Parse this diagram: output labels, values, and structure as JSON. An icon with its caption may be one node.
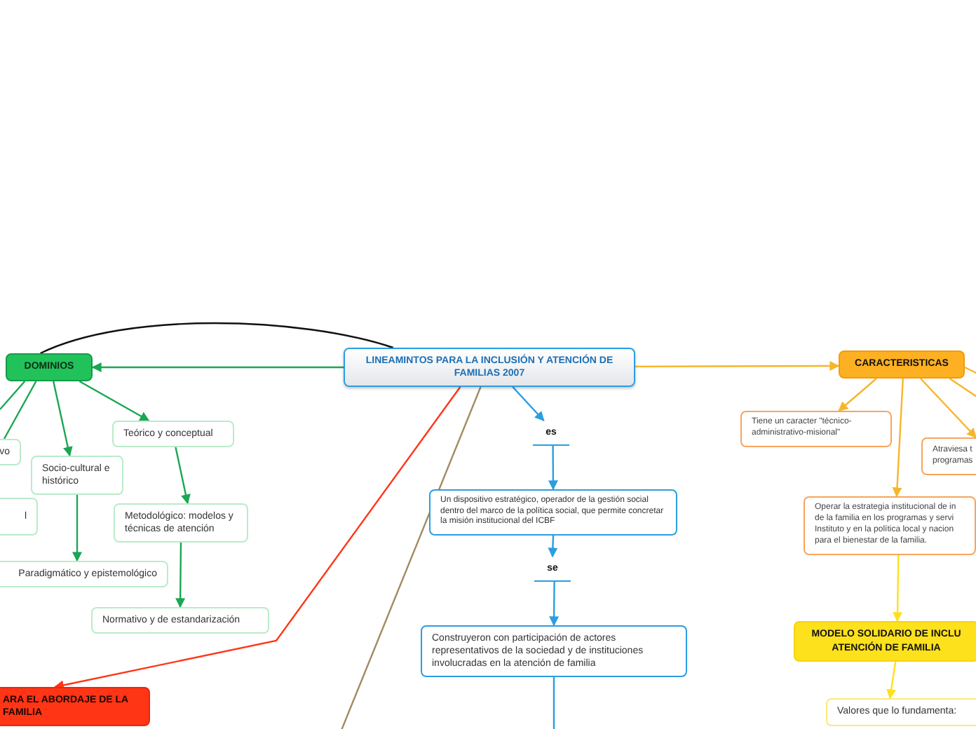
{
  "diagram": {
    "nodes": [
      {
        "text": [
          "LINEAMINTOS PARA LA INCLUSIÓN Y ATENCIÓN DE FAMILIAS 2007"
        ]
      },
      {
        "text": [
          "DOMINIOS"
        ]
      },
      {
        "text": [
          "vo"
        ]
      },
      {
        "text": [
          "l"
        ]
      },
      {
        "text": [
          "Socio-cultural e histórico"
        ]
      },
      {
        "text": [
          "Teórico y conceptual"
        ]
      },
      {
        "text": [
          "Metodológico: modelos y técnicas de atención"
        ]
      },
      {
        "text": [
          "Paradigmático y epistemológico"
        ]
      },
      {
        "text": [
          "Normativo y de estandarización"
        ]
      },
      {
        "text": [
          "ARA EL ABORDAJE DE LA FAMILIA"
        ]
      },
      {
        "text": [
          "es"
        ]
      },
      {
        "text": [
          "Un dispositivo estratégico, operador de la gestión social dentro del marco de la política social, que permite concretar la misión institucional del ICBF"
        ]
      },
      {
        "text": [
          "se"
        ]
      },
      {
        "text": [
          "Construyeron con participación de actores representativos de la sociedad y de instituciones involucradas en la atención de familia"
        ]
      },
      {
        "text": [
          "CARACTERISTICAS"
        ]
      },
      {
        "text": [
          "Tiene un caracter \"técnico-administrativo-misional\""
        ]
      },
      {
        "text": [
          "Atraviesa t programas"
        ]
      },
      {
        "text": [
          "Operar la estrategia institucional de in de la familia en los programas y servi Instituto y en la política local y nacion para el bienestar de la familia."
        ]
      },
      {
        "text": [
          "MODELO SOLIDARIO DE INCLU ATENCIÓN DE FAMILIA"
        ]
      },
      {
        "text": [
          "Valores que lo fundamenta:"
        ]
      }
    ],
    "edges": [
      {
        "from": 1,
        "to": 0,
        "arrow": "none",
        "color": "#111111"
      },
      {
        "from": 0,
        "to": 1,
        "arrow": "to",
        "color": "#1aa653"
      },
      {
        "from": 1,
        "to": 2,
        "arrow": "none",
        "color": "#1aa653"
      },
      {
        "from": 1,
        "to": null,
        "arrow": "none",
        "color": "#1aa653"
      },
      {
        "from": 1,
        "to": 4,
        "arrow": "to",
        "color": "#1aa653"
      },
      {
        "from": 1,
        "to": 5,
        "arrow": "to",
        "color": "#1aa653"
      },
      {
        "from": 4,
        "to": 7,
        "arrow": "to",
        "color": "#1aa653"
      },
      {
        "from": 5,
        "to": 6,
        "arrow": "to",
        "color": "#1aa653"
      },
      {
        "from": 6,
        "to": 8,
        "arrow": "to",
        "color": "#1aa653"
      },
      {
        "from": 0,
        "to": 9,
        "arrow": "to",
        "color": "#ff3516"
      },
      {
        "from": 0,
        "to": null,
        "arrow": "none",
        "color": "#a28b60"
      },
      {
        "from": 0,
        "to": 10,
        "arrow": "to",
        "color": "#2b9ee0"
      },
      {
        "from": 10,
        "to": 11,
        "arrow": "to",
        "color": "#2b9ee0"
      },
      {
        "from": 11,
        "to": 12,
        "arrow": "to",
        "color": "#2b9ee0"
      },
      {
        "from": 12,
        "to": 13,
        "arrow": "to",
        "color": "#2b9ee0"
      },
      {
        "from": 13,
        "to": null,
        "arrow": "none",
        "color": "#2b9ee0"
      },
      {
        "from": 0,
        "to": 14,
        "arrow": "to",
        "color": "#f7b52a"
      },
      {
        "from": 14,
        "to": 15,
        "arrow": "to",
        "color": "#f7b52a"
      },
      {
        "from": 14,
        "to": 16,
        "arrow": "to",
        "color": "#f7b52a"
      },
      {
        "from": 14,
        "to": 17,
        "arrow": "to",
        "color": "#f7b52a"
      },
      {
        "from": 14,
        "to": null,
        "arrow": "none",
        "color": "#f7b52a"
      },
      {
        "from": 14,
        "to": null,
        "arrow": "none",
        "color": "#f7b52a"
      },
      {
        "from": 17,
        "to": 18,
        "arrow": "to",
        "color": "#fde11c"
      },
      {
        "from": 18,
        "to": 19,
        "arrow": "to",
        "color": "#fde11c"
      }
    ]
  }
}
